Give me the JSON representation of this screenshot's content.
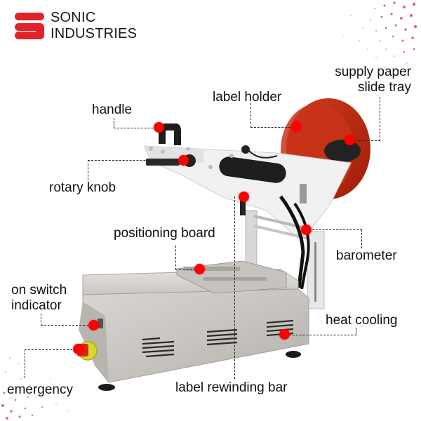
{
  "brand": {
    "line1": "SONIC",
    "line2": "INDUSTRIES",
    "logo_color": "#e0222b"
  },
  "callout_color": "#ff0000",
  "labels": {
    "supply_paper_line1": "supply paper",
    "supply_paper_line2": "slide tray",
    "label_holder": "label holder",
    "handle": "handle",
    "rotary_knob": "rotary knob",
    "positioning_board": "positioning board",
    "barometer": "barometer",
    "on_switch_line1": "on switch",
    "on_switch_line2": "indicator",
    "heat_cooling": "heat cooling",
    "emergency": "emergency",
    "label_rewinding_bar": "label rewinding bar"
  }
}
